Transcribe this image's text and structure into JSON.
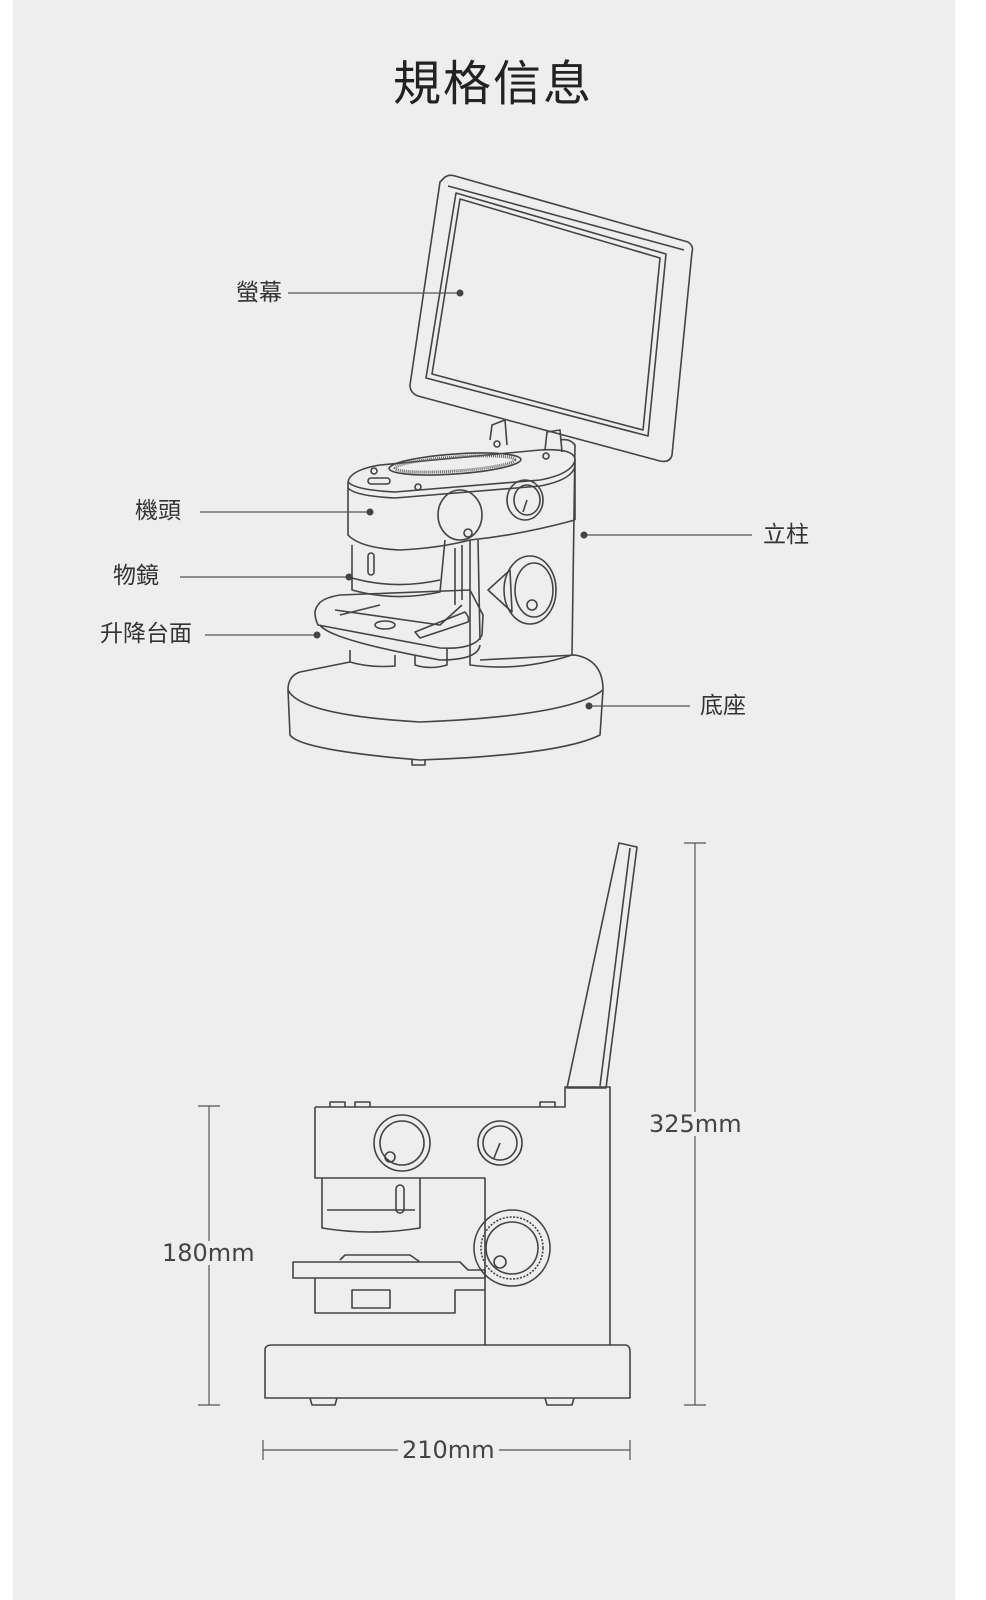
{
  "title": "規格信息",
  "parts": {
    "screen": "螢幕",
    "head": "機頭",
    "objective": "物鏡",
    "stage": "升降台面",
    "pillar": "立柱",
    "base": "底座"
  },
  "dimensions": {
    "total_height": "325mm",
    "body_height": "180mm",
    "width": "210mm"
  },
  "colors": {
    "background": "#eeeeee",
    "line": "#444444",
    "text": "#222222"
  }
}
